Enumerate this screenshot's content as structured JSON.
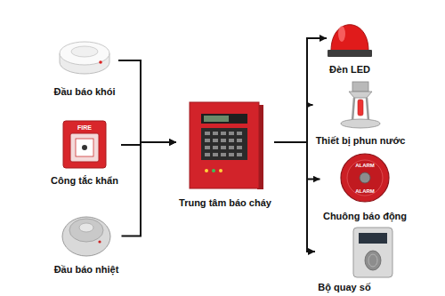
{
  "diagram": {
    "nodes": [
      {
        "text": [
          "Đầu báo khói"
        ]
      },
      {
        "text": [
          "Công tắc khẩn"
        ]
      },
      {
        "text": [
          "Đầu báo nhiệt"
        ]
      },
      {
        "text": [
          "Trung tâm báo cháy"
        ]
      },
      {
        "text": [
          "Đèn LED"
        ]
      },
      {
        "text": [
          "Thiết bị phun nước"
        ]
      },
      {
        "text": [
          "Chuông báo động"
        ]
      },
      {
        "text": [
          "Bộ quay số"
        ]
      }
    ],
    "edges": [
      {
        "from": 0,
        "to": 3,
        "arrow": "to"
      },
      {
        "from": 1,
        "to": 3,
        "arrow": "to"
      },
      {
        "from": 2,
        "to": 3,
        "arrow": "to"
      },
      {
        "from": 3,
        "to": 4,
        "arrow": "to"
      },
      {
        "from": 3,
        "to": 5,
        "arrow": "to"
      },
      {
        "from": 3,
        "to": 6,
        "arrow": "to"
      },
      {
        "from": 3,
        "to": 7,
        "arrow": "to"
      }
    ],
    "labels": [
      "FIRE",
      "ALARM",
      "ALARM"
    ]
  }
}
